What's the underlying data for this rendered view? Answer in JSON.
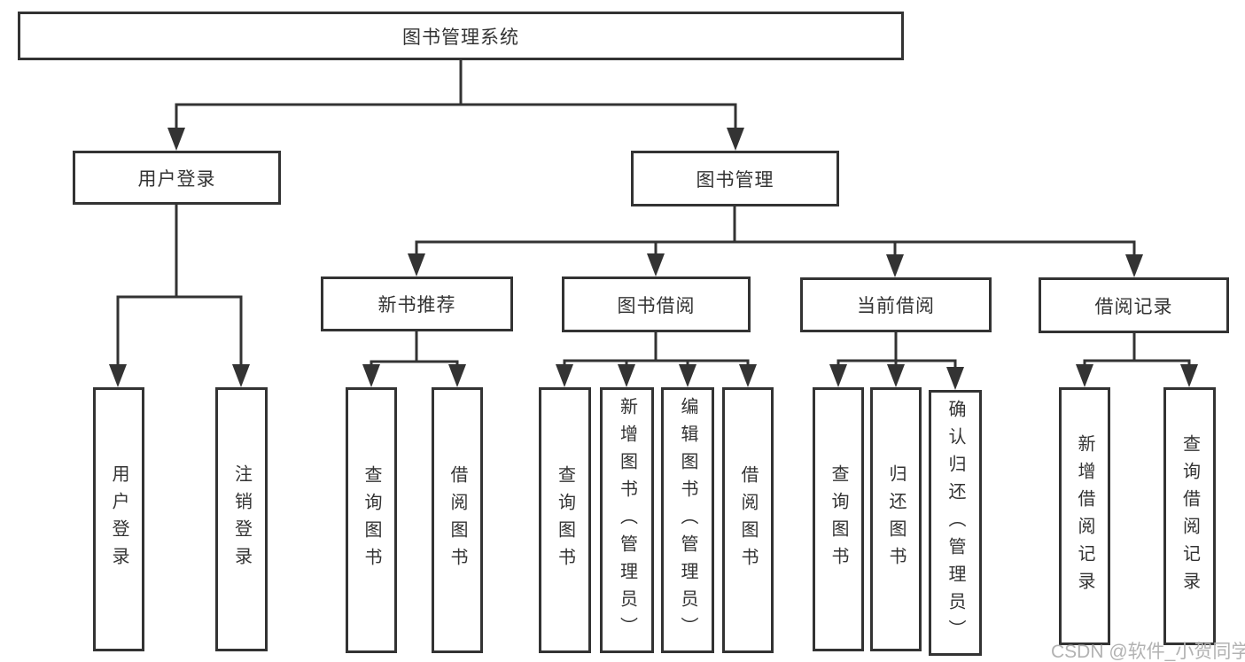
{
  "diagram": {
    "type": "hierarchy-tree",
    "root": {
      "label": "图书管理系统"
    },
    "user_login": {
      "label": "用户登录",
      "children": [
        "用户登录",
        "注销登录"
      ]
    },
    "book_mgmt": {
      "label": "图书管理"
    },
    "new_books": {
      "label": "新书推荐",
      "children": [
        "查询图书",
        "借阅图书"
      ]
    },
    "borrowing": {
      "label": "图书借阅",
      "children": [
        "查询图书",
        "新增图书（管理员）",
        "编辑图书（管理员）",
        "借阅图书"
      ]
    },
    "current": {
      "label": "当前借阅",
      "children": [
        "查询图书",
        "归还图书",
        "确认归还（管理员）"
      ]
    },
    "records": {
      "label": "借阅记录",
      "children": [
        "新增借阅记录",
        "查询借阅记录"
      ]
    }
  },
  "watermark": "CSDN @软件_小贺同学",
  "colors": {
    "line": "#333333",
    "box_border": "#333333",
    "text": "#333333",
    "watermark": "#b2b2b2",
    "background": "#ffffff"
  }
}
